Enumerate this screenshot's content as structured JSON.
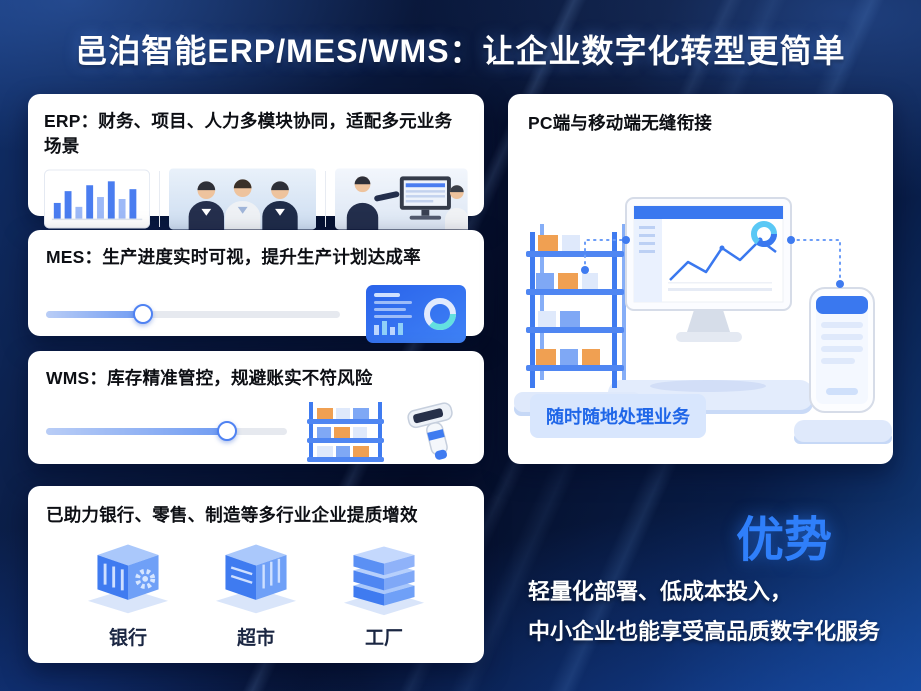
{
  "title": "邑泊智能ERP/MES/WMS：让企业数字化转型更简单",
  "cards": {
    "erp": {
      "heading": "ERP：财务、项目、人力多模块协同，适配多元业务场景"
    },
    "mes": {
      "heading": "MES：生产进度实时可视，提升生产计划达成率",
      "progress_percent": 33
    },
    "wms": {
      "heading": "WMS：库存精准管控，规避账实不符风险",
      "progress_percent": 75
    },
    "industries": {
      "heading": "已助力银行、零售、制造等多行业企业提质增效",
      "items": [
        {
          "label": "银行",
          "icon": "bank-cube-icon"
        },
        {
          "label": "超市",
          "icon": "market-cube-icon"
        },
        {
          "label": "工厂",
          "icon": "factory-stack-icon"
        }
      ]
    },
    "devices": {
      "heading": "PC端与移动端无缝衔接",
      "badge": "随时随地处理业务"
    }
  },
  "advantage": {
    "title": "优势",
    "line1": "轻量化部署、低成本投入，",
    "line2": "中小企业也能享受高品质数字化服务"
  },
  "colors": {
    "accent_blue": "#2f7ffa",
    "card_background": "#ffffff",
    "badge_background": "#d8e6fd",
    "badge_text": "#1f66e8",
    "background_dark": "#050d26",
    "box_orange": "#f0a052"
  }
}
